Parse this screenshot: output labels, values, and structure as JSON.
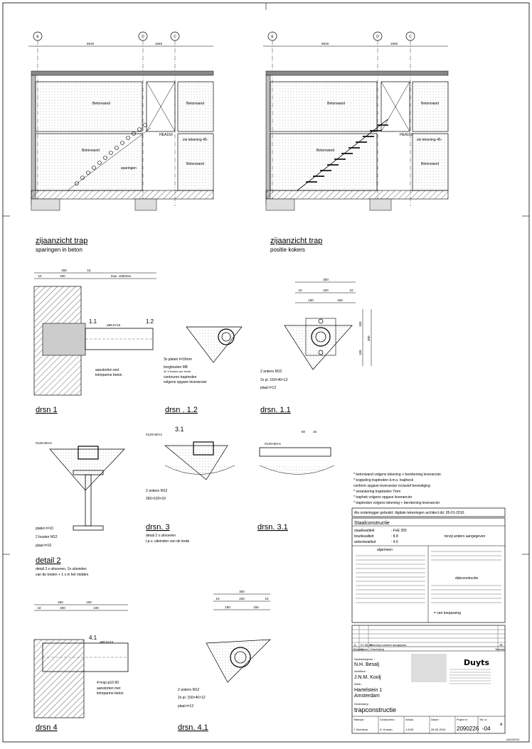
{
  "grid": {
    "axes": [
      "E",
      "D",
      "C"
    ],
    "dims": [
      "5919",
      "1845"
    ]
  },
  "elevation": {
    "wall_label": "Betonwand",
    "tag_small": "HEA160",
    "note_side": "zie tekening 45-",
    "note_riser": "sparingen",
    "left_title": "zijaanzicht trap",
    "left_sub": "sparingen in beton",
    "right_title": "zijaanzicht trap",
    "right_sub": "positie kokers"
  },
  "drsn1": {
    "dims": [
      "250",
      "15",
      "10",
      "200",
      "max. 1500mm"
    ],
    "pipe": "ø88,9×16",
    "ref_a": "1.1",
    "ref_b": "1.2",
    "note_1": "aanstorten met",
    "note_2": "krimparme beton",
    "title": "drsn 1"
  },
  "drsn12": {
    "note_1": "3x platen t=10mm",
    "note_2": "borgbouten M8",
    "note_3": "3x 3 bouten per trede",
    "note_4": "contouren traptreden",
    "note_5": "volgens opgave leverancier",
    "title": "drsn . 1.2"
  },
  "drsn11": {
    "dims": [
      "300",
      "10",
      "220",
      "10",
      "150",
      "150",
      "150",
      "150",
      "300"
    ],
    "note_1": "2 ankers M12",
    "note_2": "2x pl. 150×40×12",
    "note_3": "plaat t=12",
    "title": "drsn. 1.1"
  },
  "detail2": {
    "tube": "#120×60×4",
    "note_1": "platen t=10",
    "note_2": "2 bouten M12",
    "note_3": "plaat t=10",
    "title": "detail 2",
    "sub_1": "detail 3 x uitvoeren, 2x uiteinden",
    "sub_2": "van de treden + 1 x in het midden"
  },
  "drsn3": {
    "tube": "#120×60×4",
    "ref": "3.1",
    "note_1": "2 ankers M12",
    "note_2": "260×100×10",
    "title": "drsn. 3",
    "sub_1": "detail 2 x uitvoeren",
    "sub_2": "t.p.v. uiteinden van de trede"
  },
  "drsn31": {
    "tube": "#120×60×4",
    "dims": [
      "50",
      "15"
    ],
    "title": "drsn. 3.1"
  },
  "notes": [
    "* betonwand volgens tekening + berekening leverancier.",
    "* koppeling traptreden d.m.v. trapheck",
    "  conform opgave leverancier inclusief bevestiging",
    "* verankering traptreden 7mm",
    "* traphek volgens opgave leverancier",
    "* traptreden volgens tekening + berekening leverancier"
  ],
  "underlay_note": "Als onderlegger gebruikt: digitale tekeningen architect dd. 05-01-2010.",
  "spec": {
    "header": "Staalconstructie",
    "rows": [
      {
        "k": "staalkwaliteit",
        "v": ": FeE 355"
      },
      {
        "k": "boutkwaliteit",
        "v": ": 8.8"
      },
      {
        "k": "ankerkwaliteit",
        "v": ": 4.6"
      }
    ],
    "extra": "tenzij anders aangegeven",
    "algemeen": "algemeen",
    "dakconstructie": "dakconstructie",
    "van_toepassing": "= van toepassing"
  },
  "drsn4": {
    "dims": [
      "250",
      "100",
      "10",
      "200",
      "100"
    ],
    "pipe": "ø88,9×16",
    "ref": "4.1",
    "note_1": "4 hrsp ø10-50",
    "note_2": "aanstorten met",
    "note_3": "krimparme beton",
    "title": "drsn 4"
  },
  "drsn41": {
    "dims": [
      "300",
      "10",
      "220",
      "10",
      "150",
      "150"
    ],
    "note_1": "2 ankers M12",
    "note_2": "2x pl. 150×40×12",
    "note_3": "plaat t=12",
    "title": "drsn. 4.1"
  },
  "titleblock": {
    "rev": "A",
    "rev_date": "07-06-10",
    "rev_text": "tekening nummer aangepast.",
    "rev_init": "JB",
    "col_h": [
      "Wijziging",
      "Datum",
      "Omschrijving"
    ],
    "col_h_right": "Tekenaar",
    "client_label": "Opdrachtgever :",
    "client": "N.H. Besalj",
    "architect_label": "Architect :",
    "architect": "J.N.M. Koolj",
    "address_label": "Werk :",
    "address_1": "Hartelstein 1",
    "address_2": "Amsterdam",
    "subject_label": "Onderwerp :",
    "subject": "trapconstructie",
    "logo": "Duyts",
    "f_labels": [
      "Tekenaar :",
      "Constructeur :",
      "Schaal :",
      "Datum :",
      "Project nr :",
      "Tek. nr :"
    ],
    "f_values": [
      "J. Brentzus",
      "A. Koman",
      "1:10/5",
      "28-05-2010",
      "2090226",
      "-04"
    ],
    "rev_mark": "A",
    "sheet_id": "A4/A3/2010"
  }
}
